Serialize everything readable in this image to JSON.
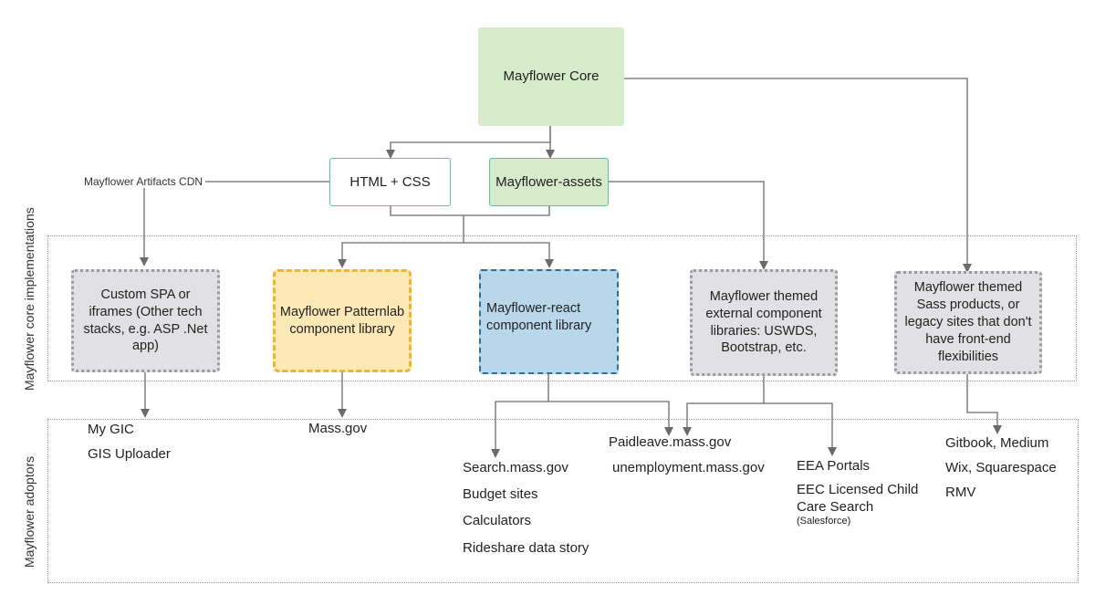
{
  "diagram": {
    "nodes": {
      "core": "Mayflower Core",
      "html_css": "HTML + CSS",
      "assets": "Mayflower-assets",
      "custom_spa": "Custom SPA or iframes (Other tech stacks, e.g. ASP .Net app)",
      "patternlab": "Mayflower Patternlab component library",
      "react": "Mayflower-react component library",
      "external": "Mayflower themed external component libraries: USWDS, Bootstrap, etc.",
      "sass": "Mayflower themed Sass products, or legacy sites that don't have front-end flexibilities"
    },
    "edge_labels": {
      "cdn": "Mayflower Artifacts CDN"
    },
    "groups": {
      "implementations": "Mayflower core implementations",
      "adopters": "Mayflower adoptors"
    },
    "adopters": {
      "my_gic": "My GIC",
      "gis_uploader": "GIS Uploader",
      "mass_gov": "Mass.gov",
      "search_mass": "Search.mass.gov",
      "budget": "Budget sites",
      "calculators": "Calculators",
      "rideshare": "Rideshare data story",
      "paidleave": "Paidleave.mass.gov",
      "unemployment": "unemployment.mass.gov",
      "eea": "EEA Portals",
      "eec": "EEC Licensed Child Care Search",
      "salesforce": "(Salesforce)",
      "gitbook": "Gitbook, Medium",
      "wix": "Wix, Squarespace",
      "rmv": "RMV"
    }
  }
}
